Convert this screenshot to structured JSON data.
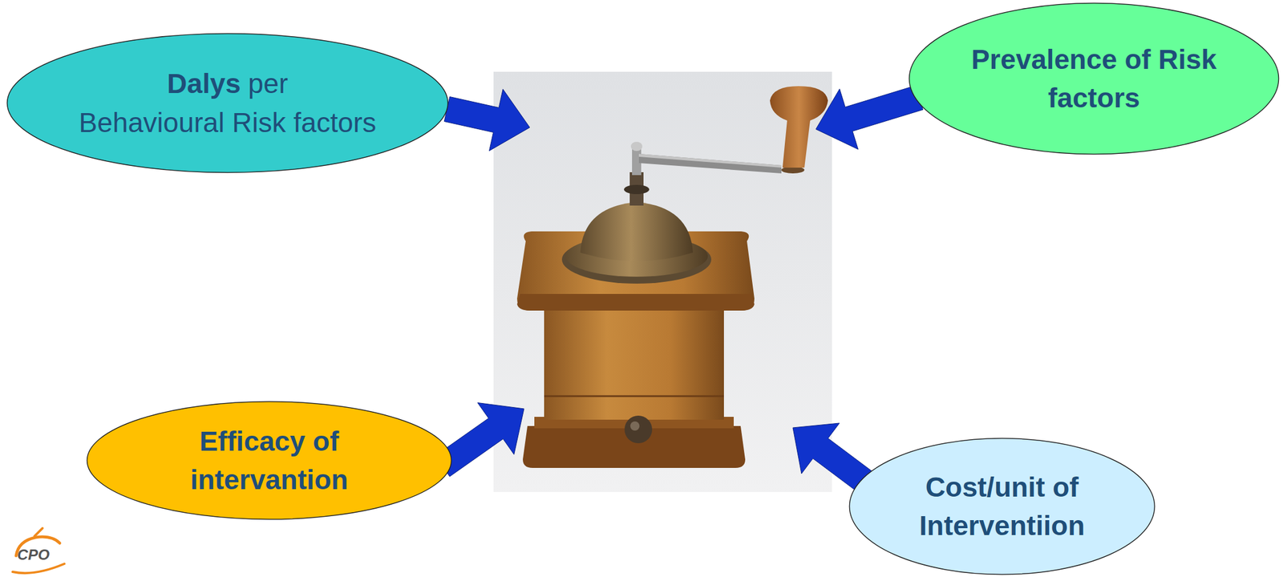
{
  "diagram": {
    "nodes": [
      {
        "text": [
          "Dalys",
          "per",
          "Behavioural Risk factors"
        ]
      },
      {
        "text": [
          "Prevalence of Risk factors"
        ]
      },
      {
        "text": [
          "Efficacy of intervantion"
        ]
      },
      {
        "text": [
          "Cost/unit of Interventiion"
        ]
      }
    ],
    "labels": [
      "CPO"
    ]
  }
}
